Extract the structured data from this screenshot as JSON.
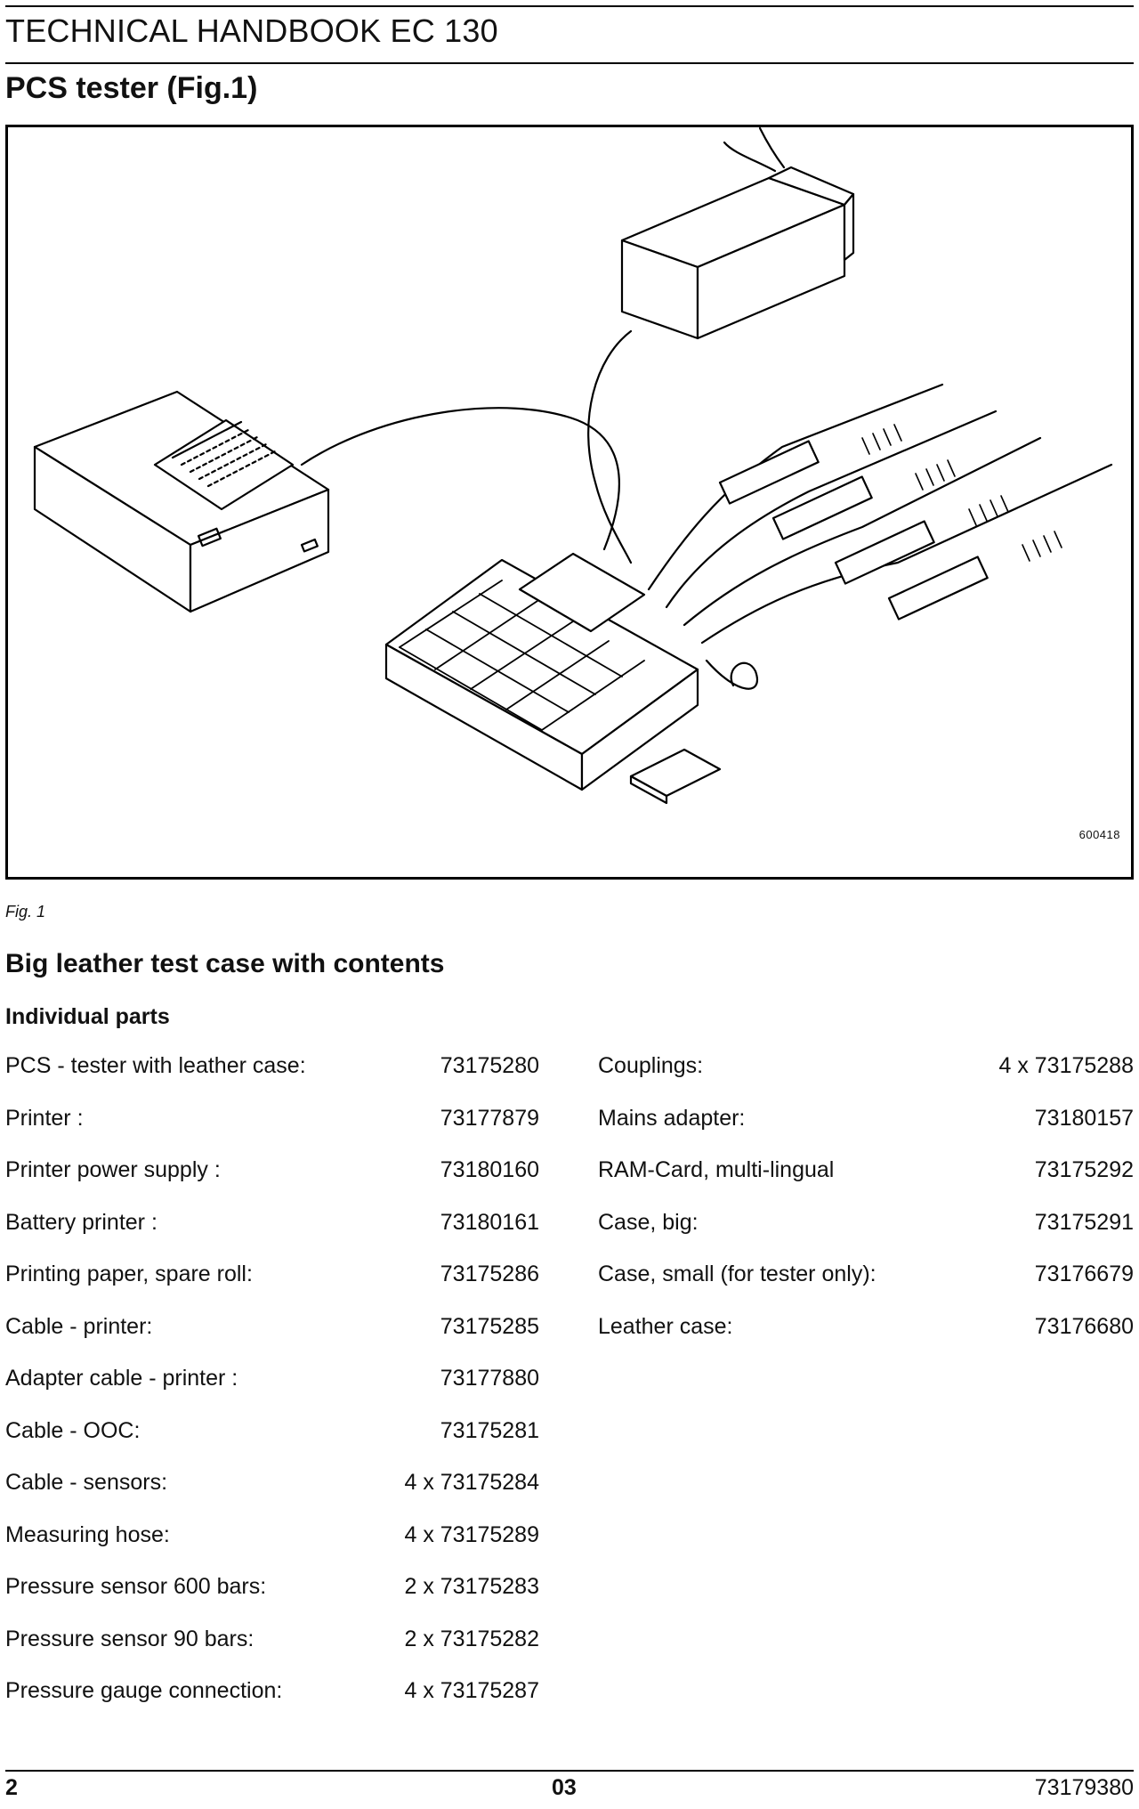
{
  "header": {
    "title": "TECHNICAL HANDBOOK EC 130"
  },
  "section": {
    "title": "PCS tester (Fig.1)"
  },
  "figure": {
    "code": "600418",
    "caption": "Fig. 1"
  },
  "contents": {
    "title": "Big leather test case with contents",
    "subtitle": "Individual parts",
    "left_parts": [
      {
        "name": "PCS - tester with leather case:",
        "number": "73175280"
      },
      {
        "name": "Printer :",
        "number": "73177879"
      },
      {
        "name": "Printer power supply :",
        "number": "73180160"
      },
      {
        "name": "Battery printer :",
        "number": "73180161"
      },
      {
        "name": "Printing paper, spare roll:",
        "number": "73175286"
      },
      {
        "name": "Cable - printer:",
        "number": "73175285"
      },
      {
        "name": "Adapter cable - printer :",
        "number": "73177880"
      },
      {
        "name": "Cable - OOC:",
        "number": "73175281"
      },
      {
        "name": "Cable - sensors:",
        "number": "4 x 73175284"
      },
      {
        "name": "Measuring hose:",
        "number": "4 x 73175289"
      },
      {
        "name": "Pressure sensor 600 bars:",
        "number": "2 x 73175283"
      },
      {
        "name": "Pressure sensor 90 bars:",
        "number": "2 x 73175282"
      },
      {
        "name": "Pressure gauge connection:",
        "number": "4 x 73175287"
      }
    ],
    "right_parts": [
      {
        "name": "Couplings:",
        "number": "4 x 73175288"
      },
      {
        "name": "Mains adapter:",
        "number": "73180157"
      },
      {
        "name": "RAM-Card, multi-lingual",
        "number": "73175292"
      },
      {
        "name": "Case, big:",
        "number": "73175291"
      },
      {
        "name": "Case, small (for tester only):",
        "number": "73176679"
      },
      {
        "name": "Leather case:",
        "number": "73176680"
      }
    ]
  },
  "footer": {
    "left": "2",
    "center": "03",
    "right": "73179380"
  }
}
